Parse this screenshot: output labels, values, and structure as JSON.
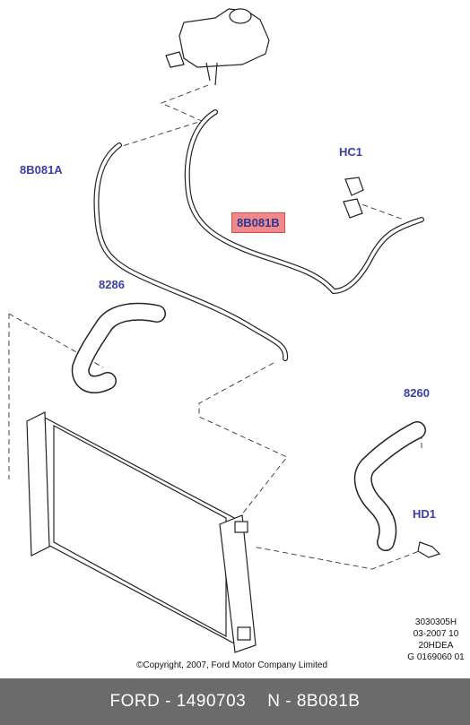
{
  "callouts": {
    "hose_8b081a": "8B081A",
    "hose_8b081b": "8B081B",
    "clip_hc1": "HC1",
    "hose_8286": "8286",
    "hose_8260": "8260",
    "clamp_hd1": "HD1"
  },
  "reference_codes": [
    "3030305H",
    "03-2007 10",
    "20HDEA",
    "G 0169060 01"
  ],
  "copyright": "©Copyright, 2007, Ford Motor Company Limited",
  "footer": {
    "part_info": "FORD - 1490703",
    "part_number": "N - 8B081B"
  },
  "colors": {
    "callout_text": "#3a3fa8",
    "highlight_fill": "#f08a8a",
    "footer_bg": "#6b6b6b"
  }
}
